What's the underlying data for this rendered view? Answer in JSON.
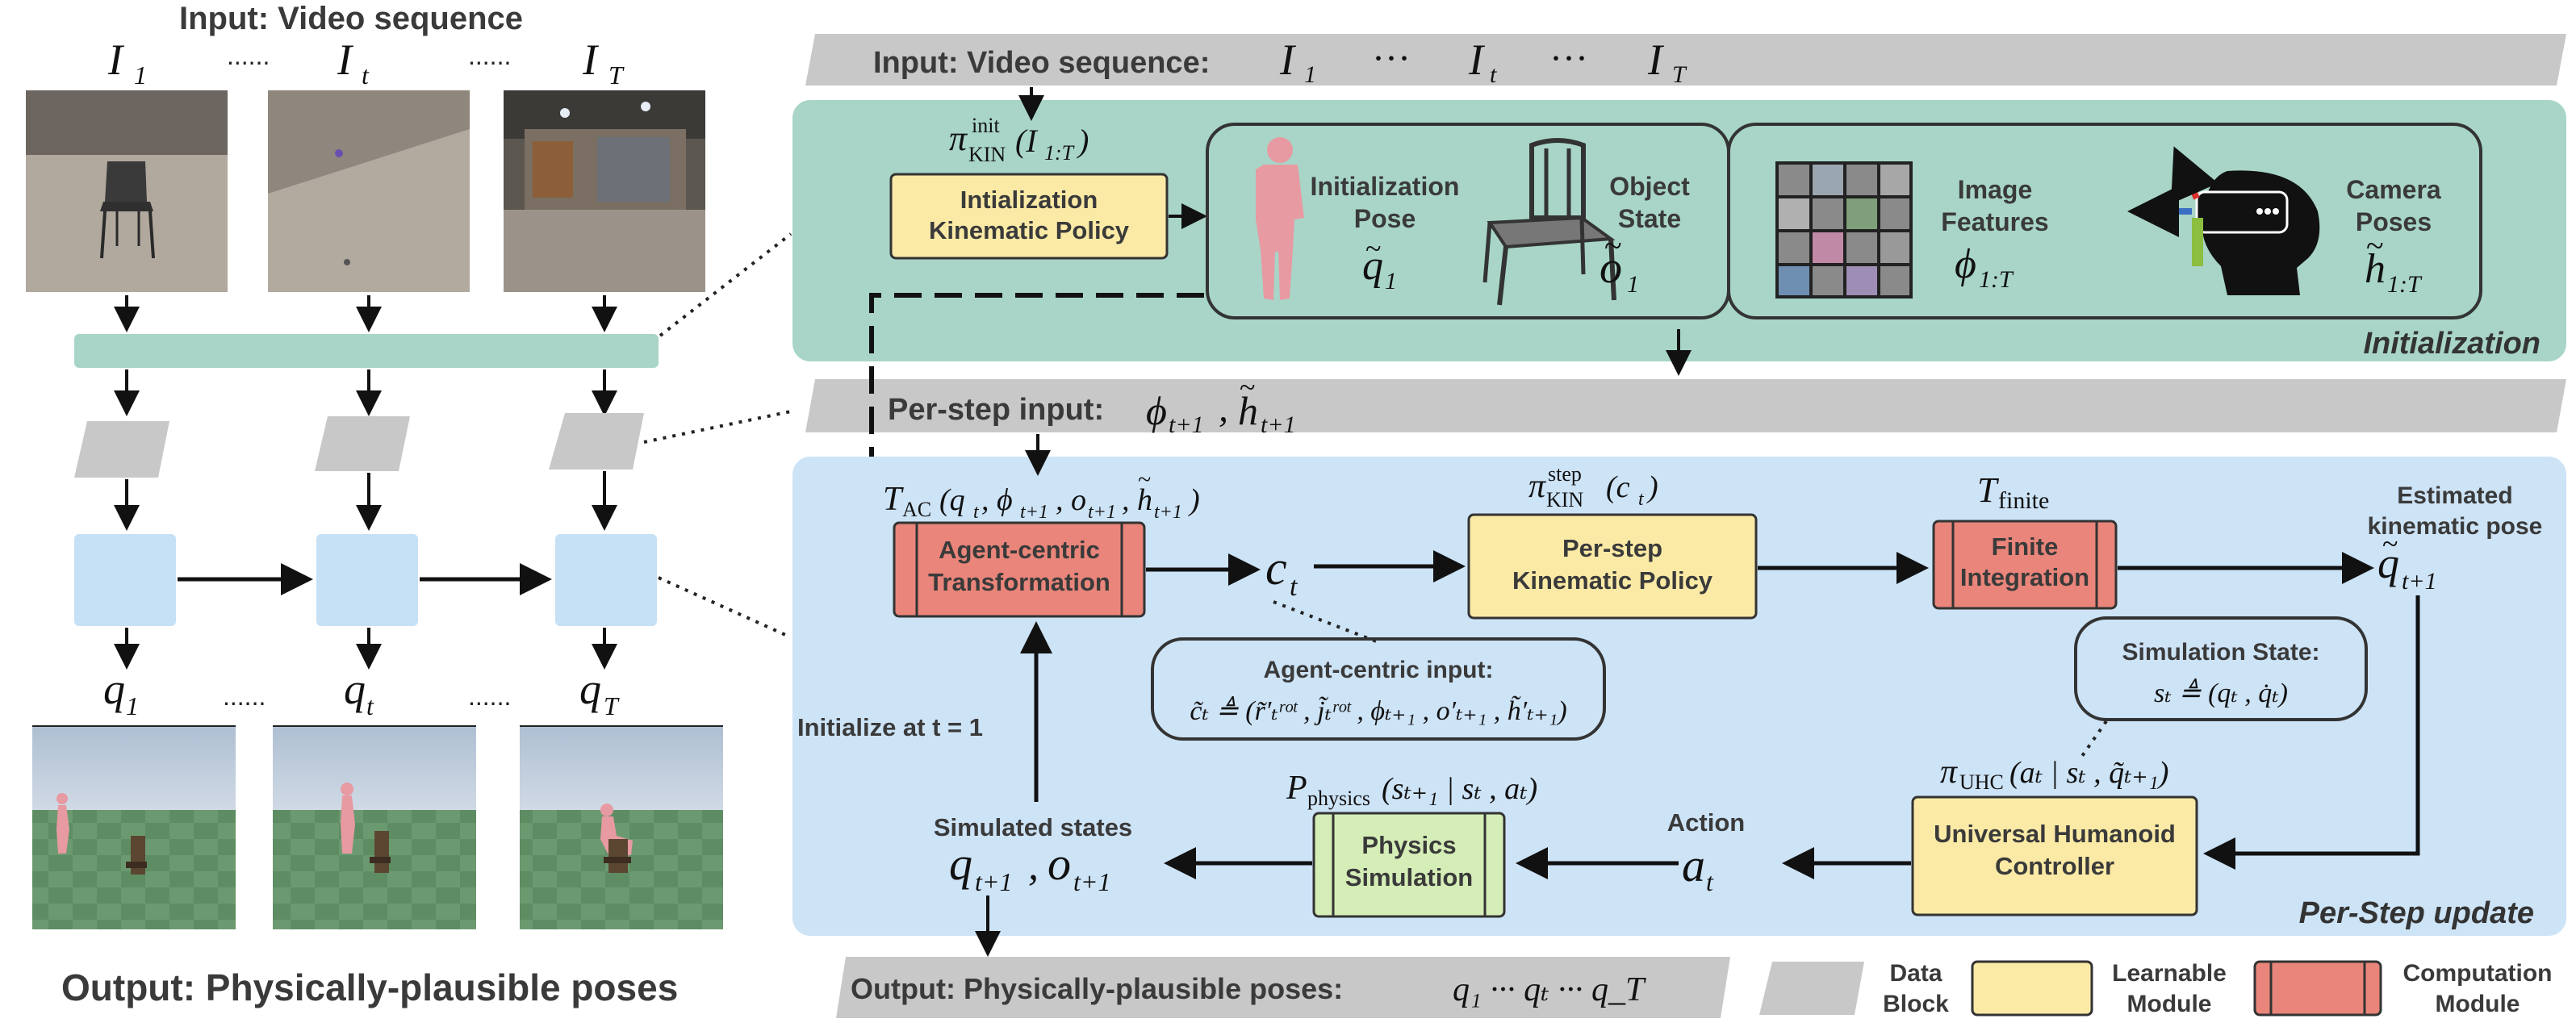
{
  "left_panel": {
    "title": "Input: Video sequence",
    "frame_labels": [
      "I",
      "I",
      "I"
    ],
    "frame_subs": [
      "1",
      "t",
      "T"
    ],
    "dots": "......",
    "output_labels": [
      "q",
      "q",
      "q"
    ],
    "output_subs": [
      "1",
      "t",
      "T"
    ],
    "bottom_title": "Output: Physically-plausible poses"
  },
  "input_bar": {
    "label": "Input: Video sequence:",
    "seq": [
      "I",
      "I",
      "I"
    ],
    "seq_subs": [
      "1",
      "t",
      "T"
    ],
    "ellipsis": "···"
  },
  "init_panel": {
    "stage_label": "Initialization",
    "policy_math": "π",
    "policy_sup": "init",
    "policy_sub": "KIN",
    "policy_arg": "(I",
    "policy_arg_sub": "1:T",
    "policy_arg_close": ")",
    "policy_box_lines": [
      "Intialization",
      "Kinematic Policy"
    ],
    "pose_lines": [
      "Initialization",
      "Pose"
    ],
    "pose_var": "q",
    "pose_sub": "1",
    "object_lines": [
      "Object",
      "State"
    ],
    "object_var": "o",
    "object_sub": "1",
    "features_lines": [
      "Image",
      "Features"
    ],
    "features_var": "ϕ",
    "features_sub": "1:T",
    "camera_lines": [
      "Camera",
      "Poses"
    ],
    "camera_var": "h",
    "camera_sub": "1:T",
    "tilde": "~"
  },
  "per_step_bar": {
    "label": "Per-step input:",
    "phi": "ϕ",
    "phi_sub": "t+1",
    "comma": ",",
    "h": "h",
    "h_sub": "t+1"
  },
  "step_panel": {
    "stage_label": "Per-Step update",
    "tac_label": "T",
    "tac_sub": "AC",
    "tac_args": "(q",
    "tac_args_rest": ", ϕ",
    "tac_o": ", o",
    "tac_h": ", h",
    "tac_close": ")",
    "sub_t": "t",
    "sub_t1": "t+1",
    "agent_box_lines": [
      "Agent-centric",
      "Transformation"
    ],
    "c_var": "c",
    "c_sub": "t",
    "kin_math": "π",
    "kin_sup": "step",
    "kin_sub": "KIN",
    "kin_arg": "(c",
    "kin_arg_sub": "t",
    "kin_close": ")",
    "kin_box_lines": [
      "Per-step",
      "Kinematic Policy"
    ],
    "finite_math": "T",
    "finite_sub": "finite",
    "finite_box_lines": [
      "Finite",
      "Integration"
    ],
    "est_lines": [
      "Estimated",
      "kinematic pose"
    ],
    "est_var": "q",
    "est_sub": "t+1",
    "agent_input_title": "Agent-centric input:",
    "agent_input_formula": "c̃ₜ ≜ (r̃′ₜʳᵒᵗ , j̃ₜʳᵒᵗ , ϕₜ₊₁ , o′ₜ₊₁ , h̃′ₜ₊₁)",
    "sim_state_title": "Simulation State:",
    "sim_state_formula": "sₜ ≜ (qₜ , q̇ₜ)",
    "init_at": "Initialize at t = 1",
    "uhc_math": "π",
    "uhc_sub": "UHC",
    "uhc_args": "(aₜ | sₜ , q̃ₜ₊₁)",
    "uhc_box_lines": [
      "Universal Humanoid",
      "Controller"
    ],
    "action_label": "Action",
    "a_var": "a",
    "a_sub": "t",
    "phys_math": "P",
    "phys_sub": "physics",
    "phys_args": "(sₜ₊₁ | sₜ , aₜ)",
    "phys_box_lines": [
      "Physics",
      "Simulation"
    ],
    "sim_states_label": "Simulated states",
    "q_var": "q",
    "o_var": "o",
    "qo_sub": "t+1",
    "qo_comma": ","
  },
  "output_bar": {
    "label": "Output: Physically-plausible poses:",
    "seq": "q₁ ··· qₜ ··· q_T"
  },
  "legend": {
    "data": [
      "Data",
      "Block"
    ],
    "learnable": [
      "Learnable",
      "Module"
    ],
    "computation": [
      "Computation",
      "Module"
    ]
  },
  "colors": {
    "teal_panel": "#a8d5c8",
    "blue_panel": "#cde3f6",
    "data_gray": "#c8c8c8",
    "learnable_yellow": "#fbeaa6",
    "computation_red": "#e9857a",
    "physics_green": "#d5edb7",
    "left_blue": "#c6e0f5",
    "left_teal": "#a8d5c8"
  }
}
